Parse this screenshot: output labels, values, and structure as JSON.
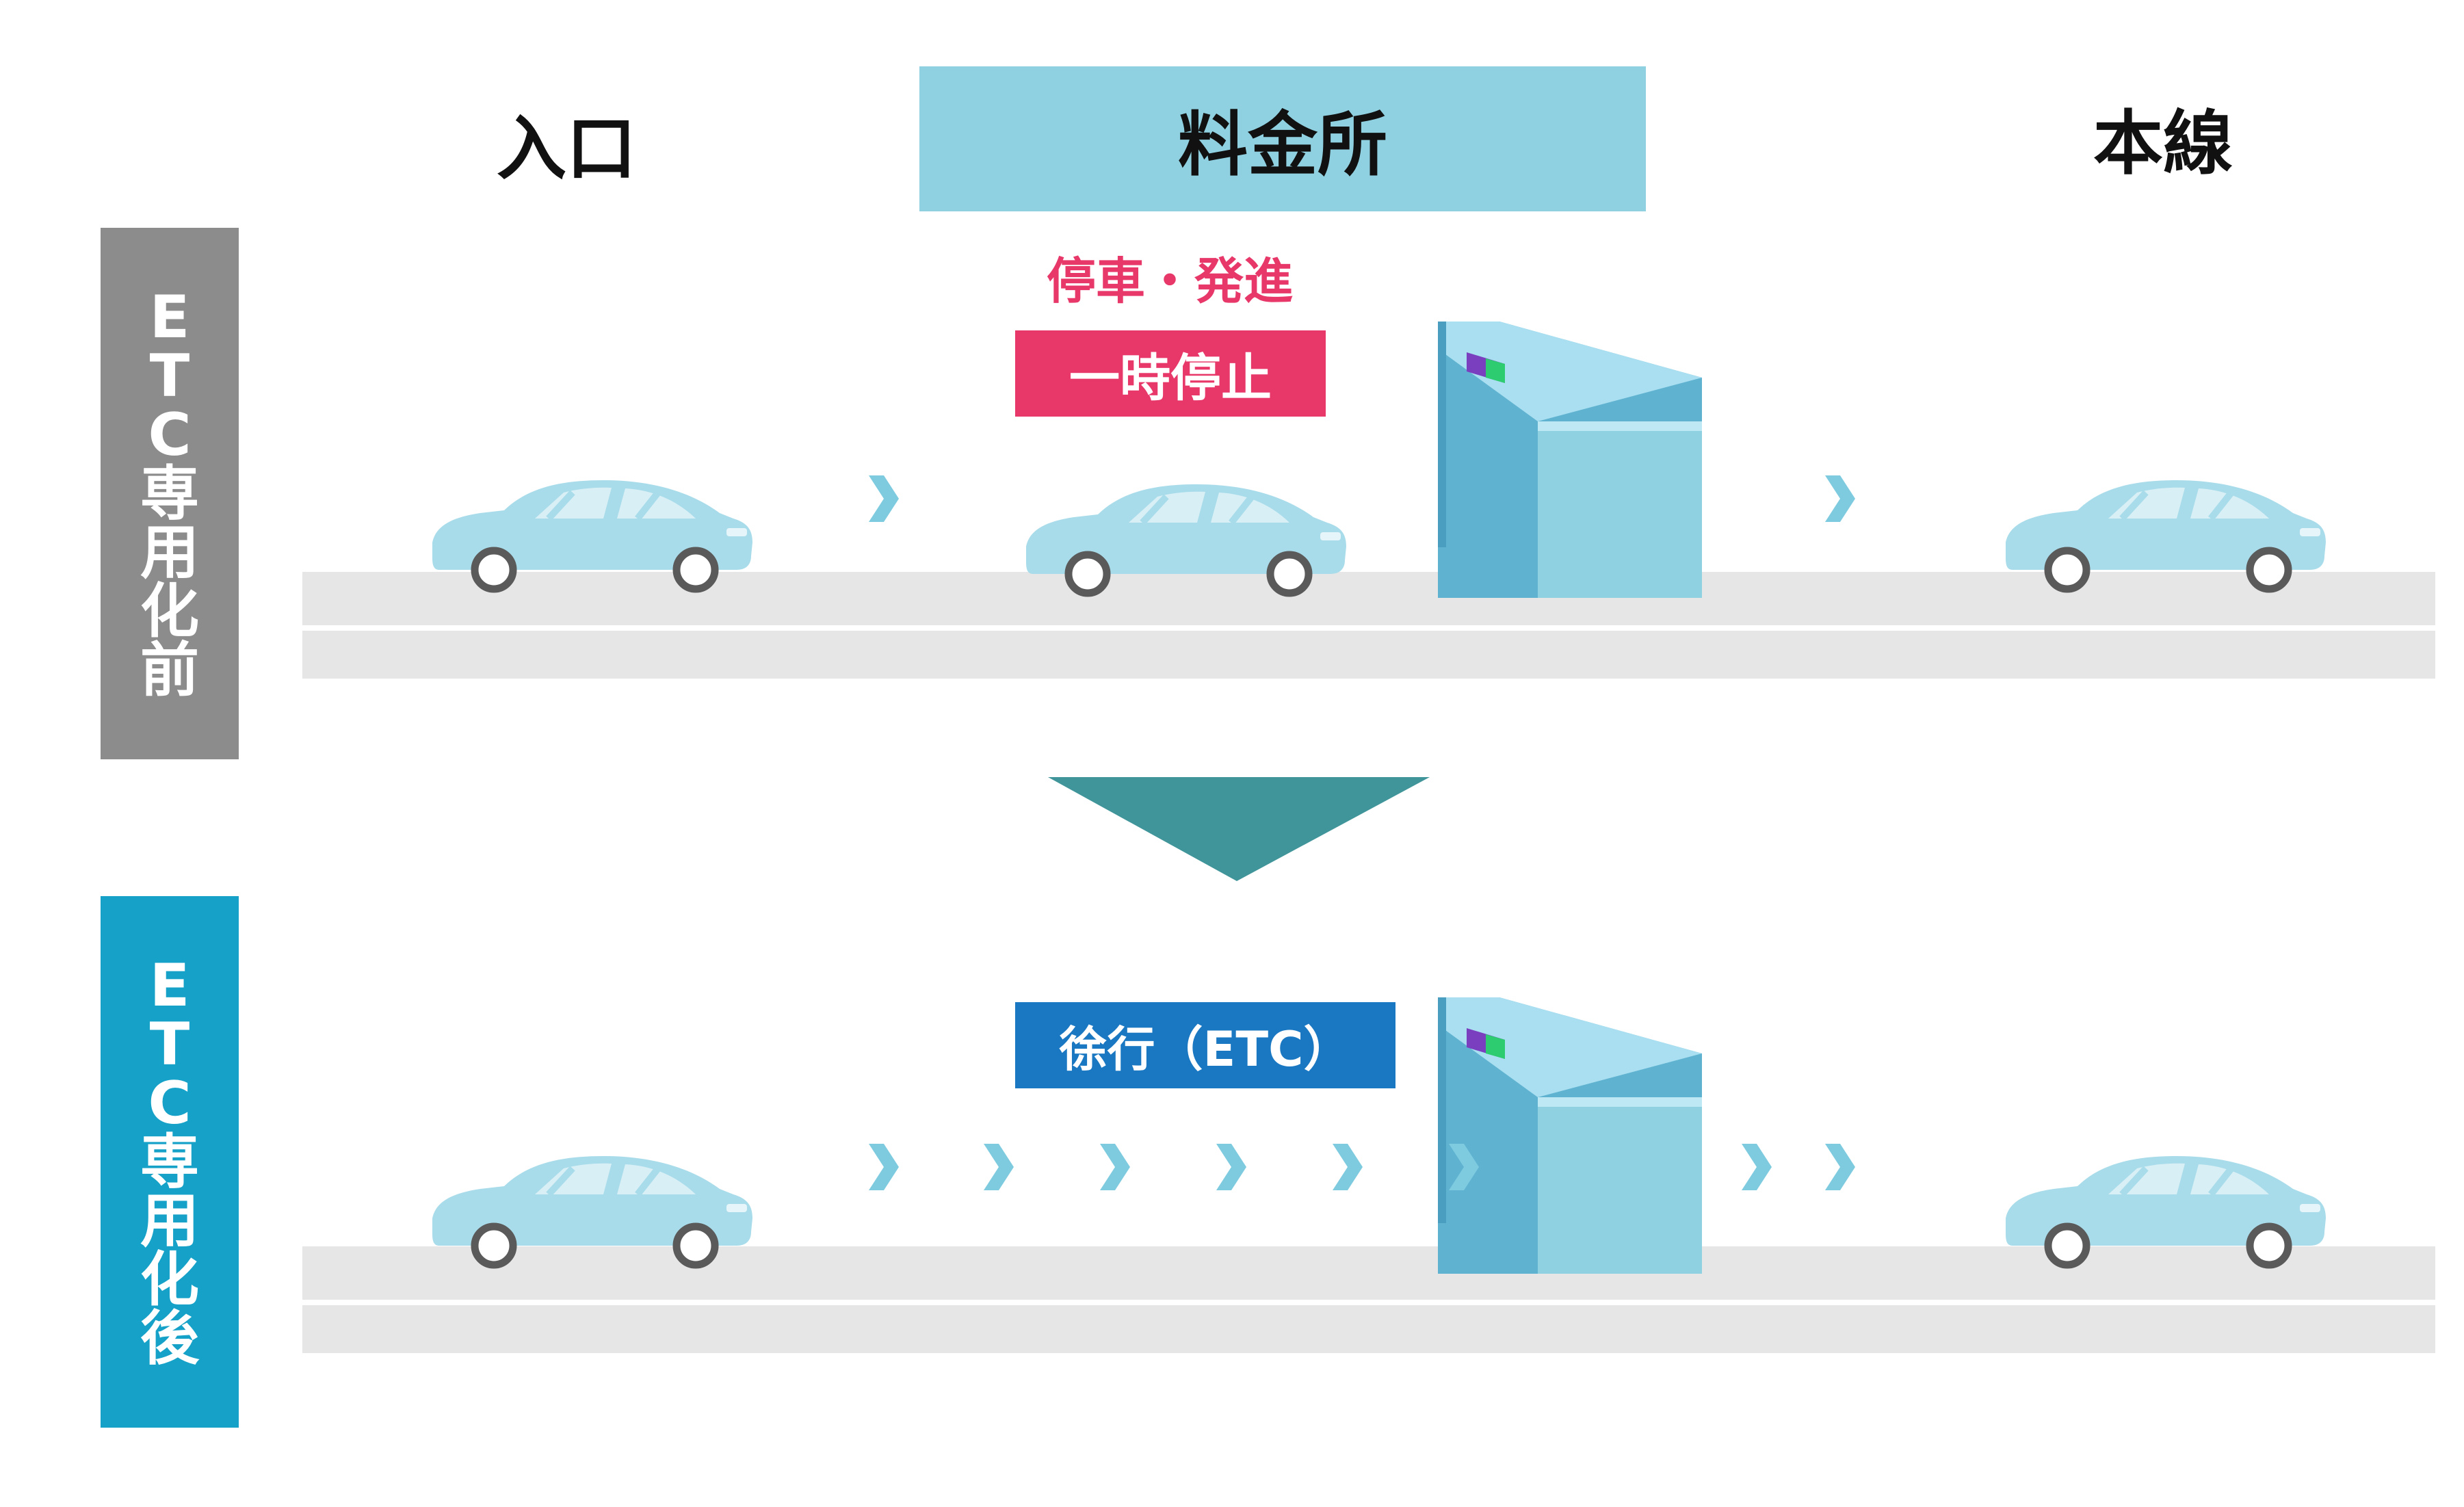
{
  "headers": {
    "entry": "入口",
    "toll_booth": "料金所",
    "mainline": "本線"
  },
  "rows": {
    "before": {
      "label": [
        "E",
        "T",
        "C",
        "専",
        "用",
        "化",
        "前"
      ],
      "caption": "停車・発進",
      "badge": "一時停止"
    },
    "after": {
      "label": [
        "E",
        "T",
        "C",
        "専",
        "用",
        "化",
        "後"
      ],
      "badge": "徐行（ETC）"
    }
  },
  "colors": {
    "toll_header": "#8fd1e1",
    "before_label": "#8c8c8c",
    "after_label": "#16a2c8",
    "stop": "#e8386a",
    "slow": "#1a78c2",
    "road": "#e6e6e6",
    "car": "#a9dcea",
    "arrow": "#7ecbe0",
    "transition_arrow": "#3f9599"
  },
  "icons": [
    "car-icon",
    "chevron-right-icon",
    "toll-gate-icon",
    "down-triangle-icon"
  ]
}
